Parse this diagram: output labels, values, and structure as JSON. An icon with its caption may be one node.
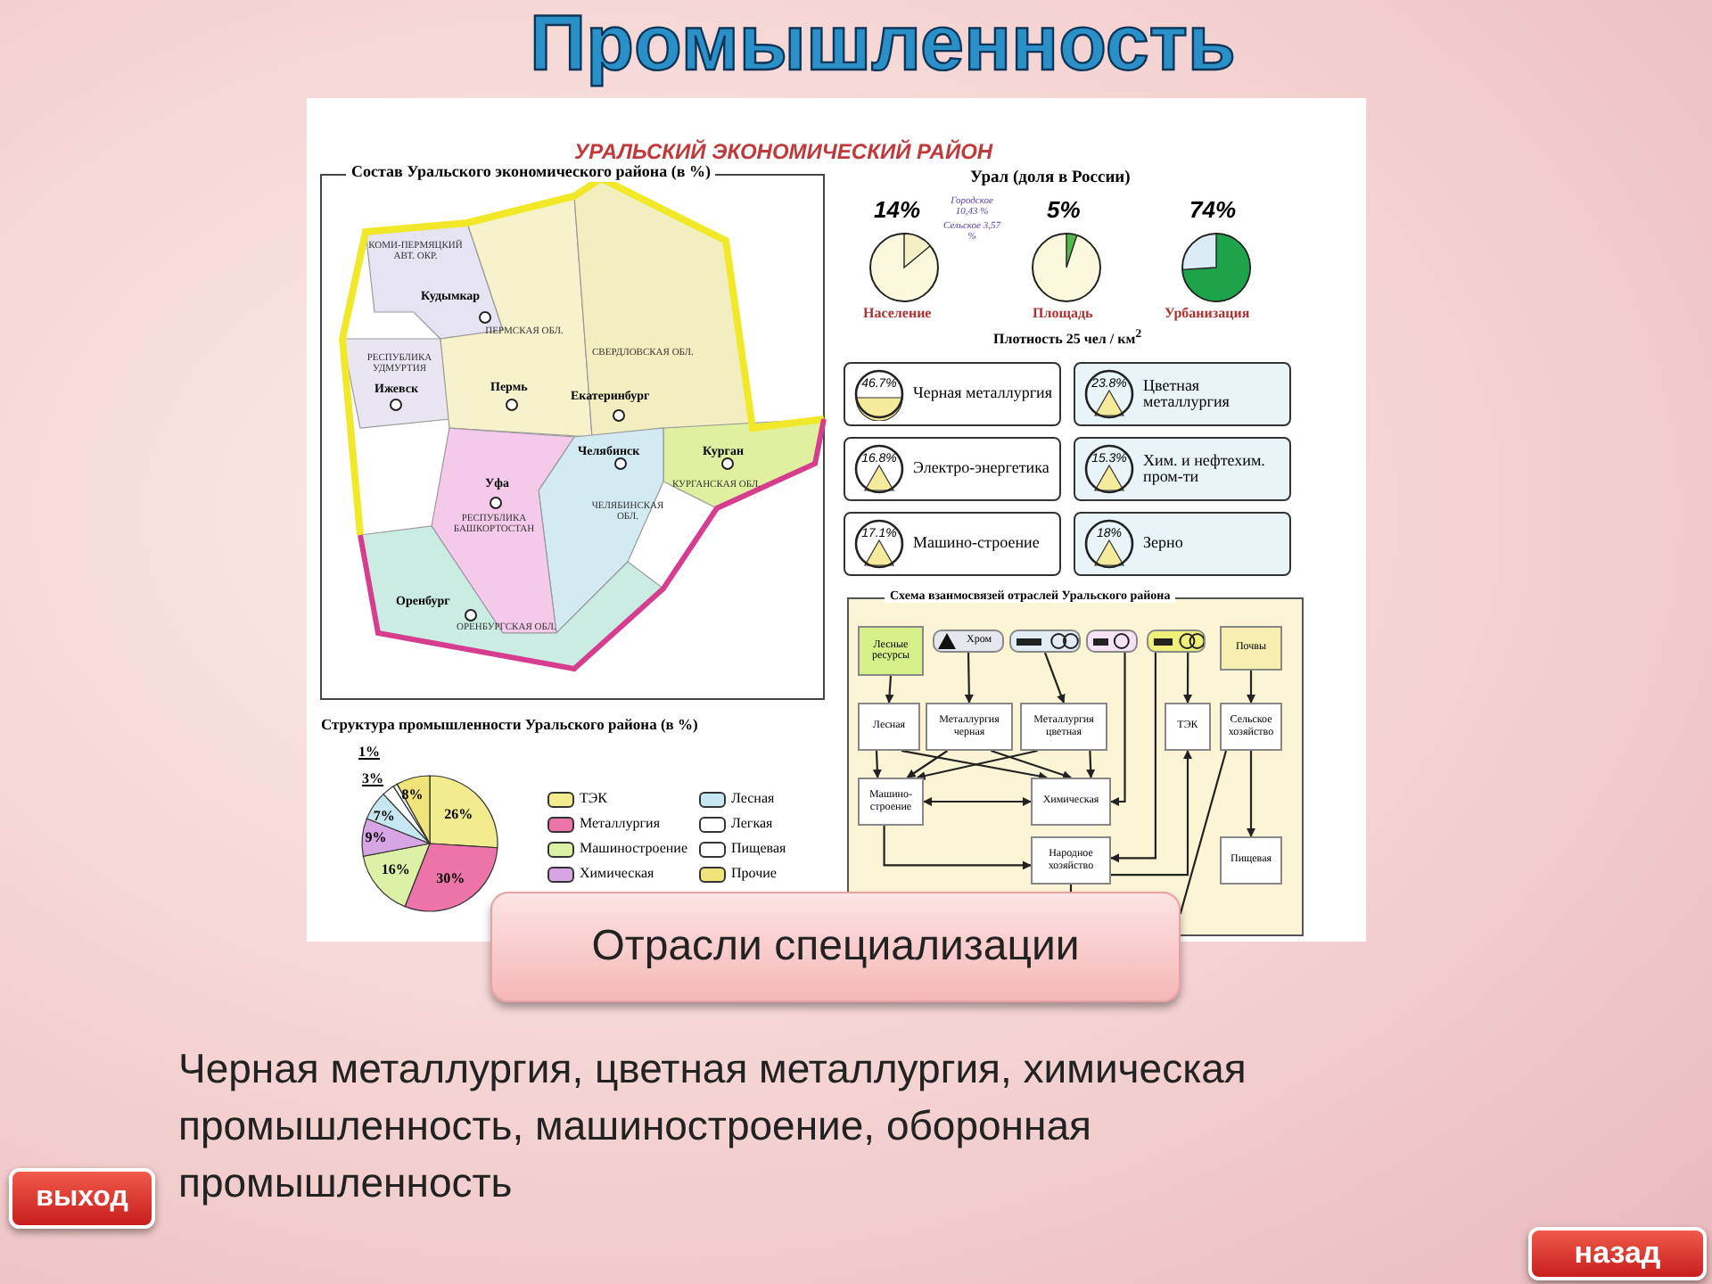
{
  "diagram": {
    "title": "Промышленность",
    "nodes": [
      {
        "text": [
          "46.7%",
          "Черная металлургия"
        ]
      },
      {
        "text": [
          "23.8%",
          "Цветная металлургия"
        ]
      },
      {
        "text": [
          "16.8%",
          "Электро-энергетика"
        ]
      },
      {
        "text": [
          "15.3%",
          "Хим. и нефтехим. пром-ти"
        ]
      },
      {
        "text": [
          "17.1%",
          "Машино-строение"
        ]
      },
      {
        "text": [
          "18%",
          "Зерно"
        ]
      },
      {
        "text": [
          "Схема взаимосвязей отраслей Уральского района"
        ]
      },
      {
        "text": [
          "Лесные ресурсы"
        ],
        "in": 6
      },
      {
        "text": [
          "Хром"
        ],
        "in": 6
      },
      {
        "text": [],
        "shape": "picture",
        "in": 6
      },
      {
        "text": [],
        "shape": "picture",
        "in": 6
      },
      {
        "text": [],
        "shape": "picture",
        "in": 6
      },
      {
        "text": [
          "Почвы"
        ],
        "in": 6
      },
      {
        "text": [
          "Лесная"
        ],
        "in": 6
      },
      {
        "text": [
          "Металлургия черная"
        ],
        "in": 6
      },
      {
        "text": [
          "Металлургия цветная"
        ],
        "in": 6
      },
      {
        "text": [
          "ТЭК"
        ],
        "in": 6
      },
      {
        "text": [
          "Сельское хозяйство"
        ],
        "in": 6
      },
      {
        "text": [
          "Машино-строение"
        ],
        "in": 6
      },
      {
        "text": [
          "Химическая"
        ],
        "in": 6
      },
      {
        "text": [
          "Народное хозяйство"
        ],
        "in": 6
      },
      {
        "text": [
          "Пищевая"
        ],
        "in": 6
      }
    ],
    "edges": [
      {
        "from": 7,
        "to": 13,
        "arrow": "to"
      },
      {
        "from": 8,
        "to": 14,
        "arrow": "to"
      },
      {
        "from": 9,
        "to": 15,
        "arrow": "to"
      },
      {
        "from": 10,
        "to": 19,
        "arrow": "to"
      },
      {
        "from": 11,
        "to": 16,
        "arrow": "to"
      },
      {
        "from": 11,
        "to": 20,
        "arrow": "to"
      },
      {
        "from": 12,
        "to": 17,
        "arrow": "to"
      },
      {
        "from": 17,
        "to": 21,
        "arrow": "to"
      },
      {
        "from": 13,
        "to": 18,
        "arrow": "to"
      },
      {
        "from": 13,
        "to": 19,
        "arrow": "to"
      },
      {
        "from": 14,
        "to": 18,
        "arrow": "to"
      },
      {
        "from": 14,
        "to": 19,
        "arrow": "to"
      },
      {
        "from": 15,
        "to": 18,
        "arrow": "to"
      },
      {
        "from": 15,
        "to": 19,
        "arrow": "to"
      },
      {
        "from": 18,
        "to": 19,
        "arrow": "both"
      },
      {
        "from": 18,
        "to": 20,
        "arrow": "to"
      },
      {
        "from": 17,
        "to": 20,
        "arrow": "none"
      },
      {
        "from": 20,
        "to": 16,
        "arrow": "to"
      }
    ],
    "labels": [
      "УРАЛЬСКИЙ ЭКОНОМИЧЕСКИЙ РАЙОН",
      "Состав Уральского экономического района (в %)",
      "КОМИ-ПЕРМЯЦКИЙ АВТ. ОКР.",
      "Кудымкар",
      "ПЕРМСКАЯ ОБЛ.",
      "СВЕРДЛОВСКАЯ ОБЛ.",
      "РЕСПУБЛИКА УДМУРТИЯ",
      "Ижевск",
      "Пермь",
      "Екатеринбург",
      "Челябинск",
      "Курган",
      "Уфа",
      "КУРГАНСКАЯ ОБЛ.",
      "ЧЕЛЯБИНСКАЯ ОБЛ.",
      "РЕСПУБЛИКА БАШКОРТОСТАН",
      "Оренбург",
      "ОРЕНБУРГСКАЯ ОБЛ.",
      "Урал (доля в России)",
      "14%",
      "Городское 10,43 %",
      "Сельское 3,57 %",
      "5%",
      "74%",
      "Население",
      "Площадь",
      "Урбанизация",
      "Плотность 25 чел / км$^{2}$",
      "Отрасли специализации",
      "Черная металлургия, цветная металлургия, химическая промышленность, машиностроение, оборонная промышленность",
      "выход",
      "назад"
    ],
    "legend": [
      {
        "text": "ТЭК",
        "color": "#f2ec8e"
      },
      {
        "text": "Лесная",
        "color": "#c6e7f1"
      },
      {
        "text": "Металлургия",
        "color": "#ec74a8"
      },
      {
        "text": "Легкая",
        "color": "#ffffff"
      },
      {
        "text": "Машиностроение",
        "color": "#dcf0a6"
      },
      {
        "text": "Пищевая",
        "color": "#ffffff"
      },
      {
        "text": "Химическая",
        "color": "#d7a4e4"
      },
      {
        "text": "Прочие",
        "color": "#efe37a"
      }
    ],
    "chart_data": {
      "type": "pie",
      "title": "Структура промышленности Уральского района (в %)",
      "values": [
        26,
        30,
        16,
        9,
        7,
        3,
        1,
        8
      ],
      "value_labels": [
        "26%",
        "30%",
        "16%",
        "9%",
        "7%",
        "3%",
        "1%",
        "8%"
      ]
    }
  }
}
